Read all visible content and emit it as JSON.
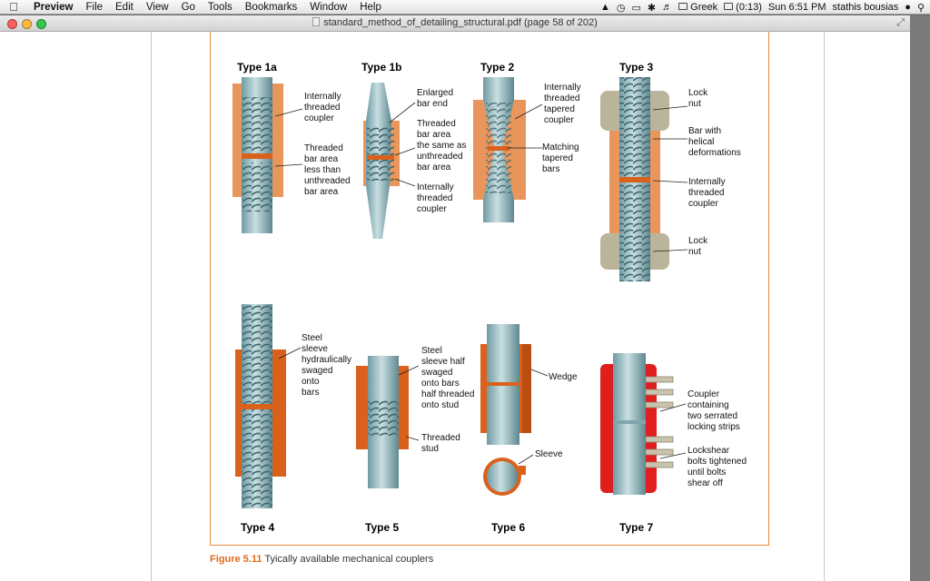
{
  "menubar": {
    "items": [
      "Preview",
      "File",
      "Edit",
      "View",
      "Go",
      "Tools",
      "Bookmarks",
      "Window",
      "Help"
    ],
    "input_source": "Greek",
    "battery": "(0:13)",
    "clock": "Sun 6:51 PM",
    "user": "stathis bousias"
  },
  "window": {
    "title": "standard_method_of_detailing_structural.pdf (page 58 of 202)"
  },
  "figure": {
    "caption_number": "Figure 5.11",
    "caption_text": "Tyically available mechanical couplers",
    "types": [
      "Type 1a",
      "Type 1b",
      "Type 2",
      "Type 3",
      "Type 4",
      "Type 5",
      "Type 6",
      "Type 7"
    ],
    "labels": {
      "t1a_top": [
        "Internally",
        "threaded",
        "coupler"
      ],
      "t1a_bottom": [
        "Threaded",
        "bar area",
        "less than",
        "unthreaded",
        "bar area"
      ],
      "t1b_top": [
        "Enlarged",
        "bar end"
      ],
      "t1b_mid": [
        "Threaded",
        "bar area",
        "the same as",
        "unthreaded",
        "bar area"
      ],
      "t1b_bottom": [
        "Internally",
        "threaded",
        "coupler"
      ],
      "t2_top": [
        "Internally",
        "threaded",
        "tapered",
        "coupler"
      ],
      "t2_mid": [
        "Matching",
        "tapered",
        "bars"
      ],
      "t3_top": [
        "Lock",
        "nut"
      ],
      "t3_mid1": [
        "Bar with",
        "helical",
        "deformations"
      ],
      "t3_mid2": [
        "Internally",
        "threaded",
        "coupler"
      ],
      "t3_bottom": [
        "Lock",
        "nut"
      ],
      "t4": [
        "Steel",
        "sleeve",
        "hydraulically",
        "swaged",
        "onto",
        "bars"
      ],
      "t5_top": [
        "Steel",
        "sleeve half",
        "swaged",
        "onto bars",
        "half threaded",
        "onto stud"
      ],
      "t5_bottom": [
        "Threaded",
        "stud"
      ],
      "t6_wedge": [
        "Wedge"
      ],
      "t6_sleeve": [
        "Sleeve"
      ],
      "t7_top": [
        "Coupler",
        "containing",
        "two serrated",
        "locking strips"
      ],
      "t7_bottom": [
        "Lockshear",
        "bolts tightened",
        "until bolts",
        "shear off"
      ]
    }
  },
  "colors": {
    "orange": "#e8965c",
    "dark_orange": "#d9611c",
    "red": "#e01e1e",
    "steel": "#8fb3ba",
    "nut": "#b9b49a"
  }
}
